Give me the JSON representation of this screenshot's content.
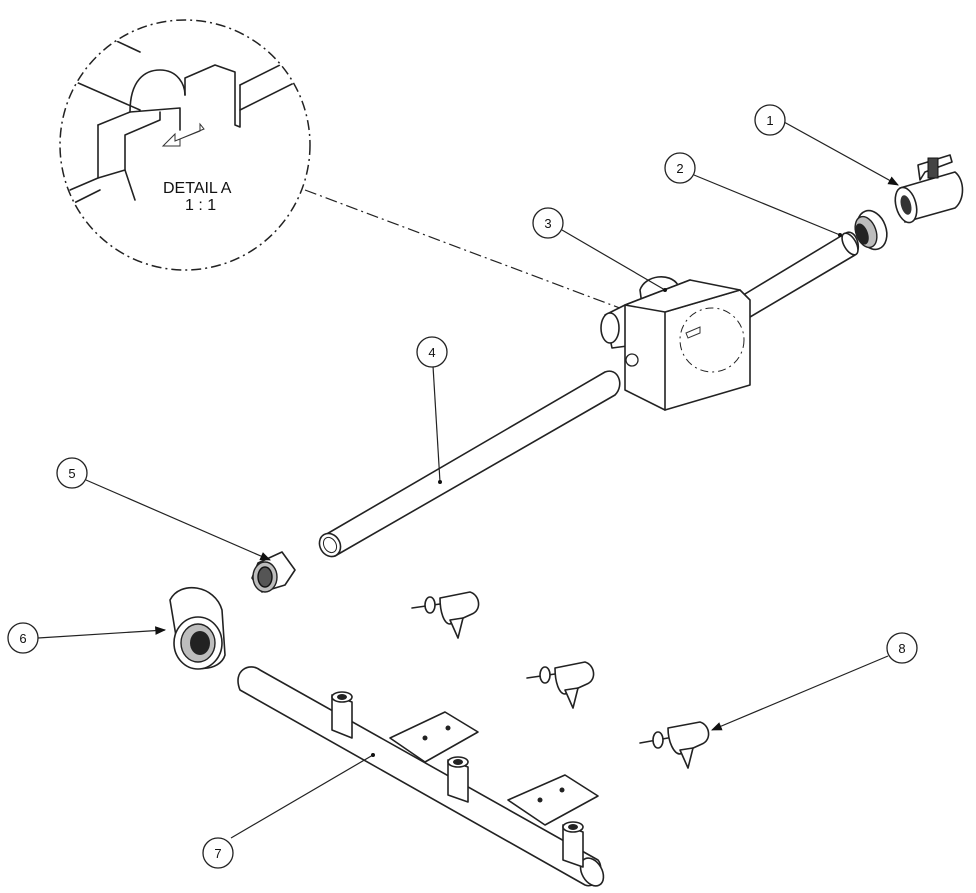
{
  "detail": {
    "title": "DETAIL A",
    "scale": "1 : 1"
  },
  "balloons": [
    {
      "id": "balloon-1",
      "label": "1"
    },
    {
      "id": "balloon-2",
      "label": "2"
    },
    {
      "id": "balloon-3",
      "label": "3"
    },
    {
      "id": "balloon-4",
      "label": "4"
    },
    {
      "id": "balloon-5",
      "label": "5"
    },
    {
      "id": "balloon-6",
      "label": "6"
    },
    {
      "id": "balloon-7",
      "label": "7"
    },
    {
      "id": "balloon-8",
      "label": "8"
    }
  ]
}
